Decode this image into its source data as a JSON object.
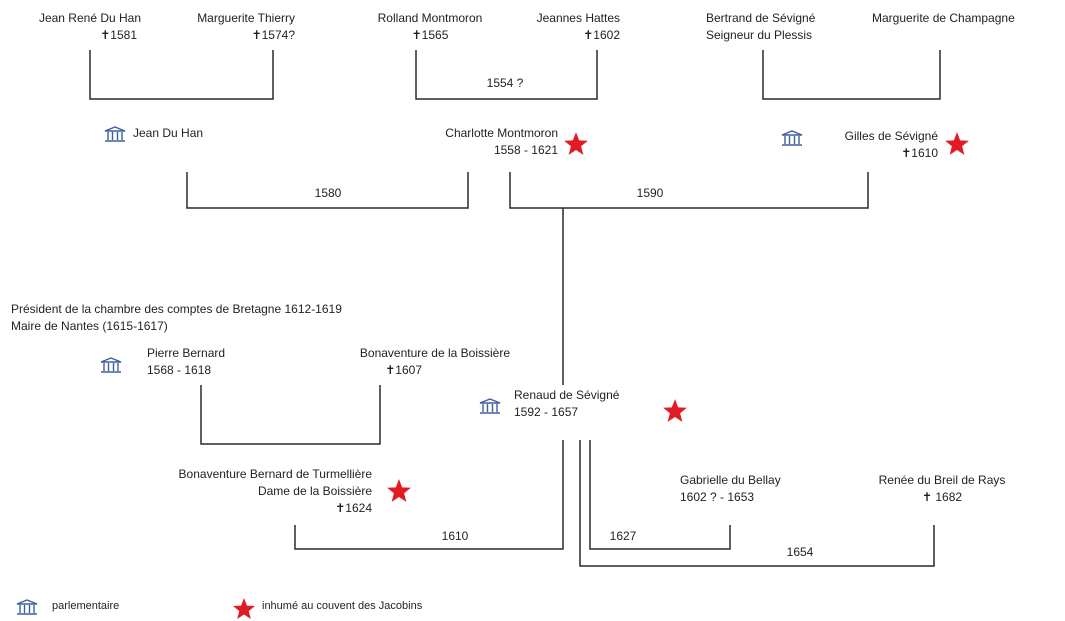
{
  "colors": {
    "line": "#2a2a2a",
    "star": "#e01b24",
    "parliament_icon": "#3d5f9e"
  },
  "people": {
    "jean_rene": {
      "name": "Jean René Du Han",
      "dates": "✝1581"
    },
    "marguerite_thierry": {
      "name": "Marguerite Thierry",
      "dates": "✝1574?"
    },
    "rolland": {
      "name": "Rolland Montmoron",
      "dates": "✝1565"
    },
    "jeannes": {
      "name": "Jeannes Hattes",
      "dates": "✝1602"
    },
    "bertrand": {
      "name": "Bertrand de Sévigné",
      "title": "Seigneur du Plessis"
    },
    "marguerite_champagne": {
      "name": "Marguerite de Champagne"
    },
    "jean_du_han": {
      "name": "Jean Du Han"
    },
    "charlotte": {
      "name": "Charlotte Montmoron",
      "dates": "1558 - 1621"
    },
    "gilles": {
      "name": "Gilles de Sévigné",
      "dates": "✝1610"
    },
    "pierre": {
      "name": "Pierre Bernard",
      "dates": "1568 - 1618",
      "title1": "Président de la chambre des comptes de Bretagne 1612-1619",
      "title2": "Maire de Nantes (1615-1617)"
    },
    "bonaventure_boissiere": {
      "name": "Bonaventure de la Boissière",
      "dates": "✝1607"
    },
    "renaud": {
      "name": "Renaud de Sévigné",
      "dates": "1592 - 1657"
    },
    "bonaventure_bernard": {
      "name": "Bonaventure Bernard de Turmellière",
      "title": "Dame de la Boissière",
      "dates": "✝1624"
    },
    "gabrielle": {
      "name": "Gabrielle du Bellay",
      "dates": "1602 ? - 1653"
    },
    "renee": {
      "name": "Renée du Breil de Rays",
      "dates": "✝ 1682"
    }
  },
  "marriages": {
    "m_duhan": "",
    "m_montmoron": "1554 ?",
    "m_sevigne_parents": "",
    "m_1580": "1580",
    "m_1590": "1590",
    "m_bernard": "",
    "m_1610": "1610",
    "m_1627": "1627",
    "m_1654": "1654"
  },
  "legend": {
    "parliament_label": "parlementaire",
    "star_label": "inhumé au couvent des Jacobins"
  }
}
